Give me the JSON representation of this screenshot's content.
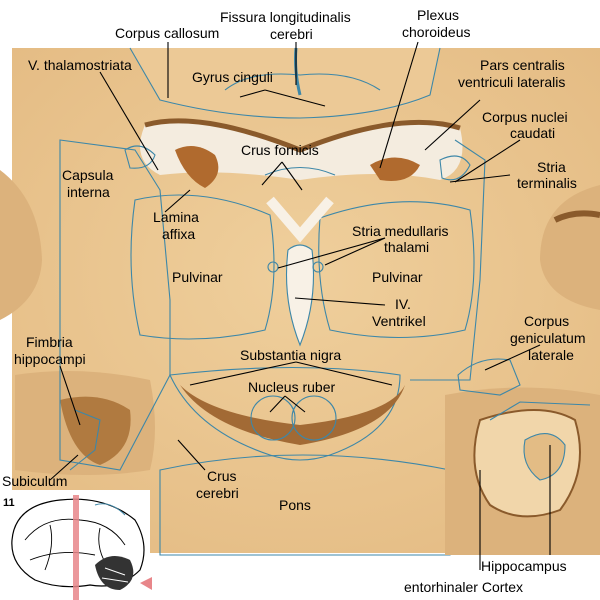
{
  "figure": {
    "number": "11",
    "colors": {
      "tissue": "#e9c48f",
      "tissue_dark": "#d2a36a",
      "outline": "#3d87a8",
      "brown": "#8a5a2b",
      "marker": "#e8868a"
    }
  },
  "labels": {
    "corpus_callosum": "Corpus callosum",
    "fissura_1": "Fissura longitudinalis",
    "fissura_2": "cerebri",
    "plexus_1": "Plexus",
    "plexus_2": "choroideus",
    "v_thalamostriata": "V. thalamostriata",
    "gyrus_cinguli": "Gyrus cinguli",
    "pars_1": "Pars centralis",
    "pars_2": "ventriculi lateralis",
    "corpus_nuclei_1": "Corpus nuclei",
    "corpus_nuclei_2": "caudati",
    "crus_fornicis": "Crus fornicis",
    "stria_terminalis_1": "Stria",
    "stria_terminalis_2": "terminalis",
    "capsula_1": "Capsula",
    "capsula_2": "interna",
    "lamina_1": "Lamina",
    "lamina_2": "affixa",
    "stria_medullaris_1": "Stria medullaris",
    "stria_medullaris_2": "thalami",
    "pulvinar_left": "Pulvinar",
    "pulvinar_right": "Pulvinar",
    "iv_1": "IV.",
    "iv_2": "Ventrikel",
    "corpus_gen_1": "Corpus",
    "corpus_gen_2": "geniculatum",
    "corpus_gen_3": "laterale",
    "fimbria_1": "Fimbria",
    "fimbria_2": "hippocampi",
    "substantia_nigra": "Substantia nigra",
    "nucleus_ruber": "Nucleus ruber",
    "subiculum": "Subiculum",
    "crus_cerebri_1": "Crus",
    "crus_cerebri_2": "cerebri",
    "pons": "Pons",
    "hippocampus": "Hippocampus",
    "entorhinaler": "entorhinaler Cortex"
  }
}
